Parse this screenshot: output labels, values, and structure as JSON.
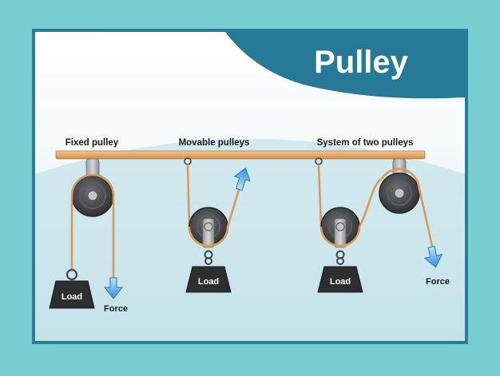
{
  "title": "Pulley",
  "sections": {
    "fixed": {
      "label": "Fixed pulley",
      "load": "Load",
      "force": "Force"
    },
    "movable": {
      "label": "Movable pulleys",
      "load": "Load"
    },
    "system": {
      "label": "System of two pulleys",
      "load": "Load",
      "force": "Force"
    }
  },
  "colors": {
    "page_background": "#78cdd1",
    "frame": "#2a7f98",
    "banner": "#267a98",
    "panel_top": "#ffffff",
    "panel_bottom": "#c9e6ec",
    "beam": "#e5b274",
    "rope": "#d99a58",
    "pulley_dark": "#3e4042",
    "pulley_light": "#8a8c8e",
    "load": "#2d2e30",
    "arrow": "#2d8fd5"
  }
}
